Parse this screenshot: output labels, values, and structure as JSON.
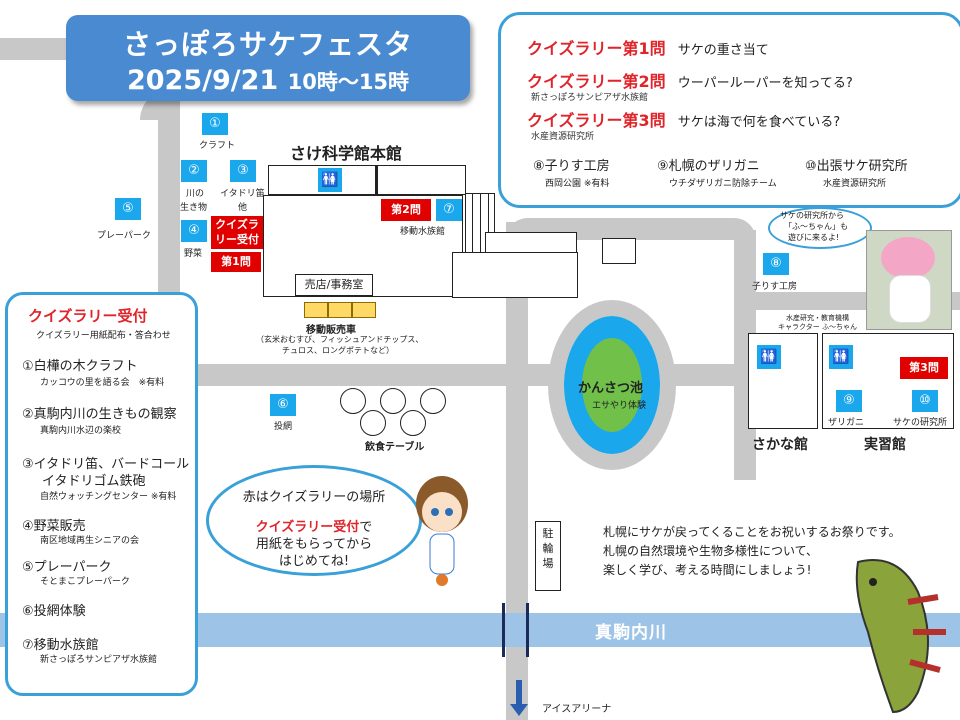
{
  "title": {
    "line1": "さっぽろサケフェスタ",
    "date": "2025/9/21",
    "time": "10時～15時"
  },
  "quiz": {
    "q1_label": "クイズラリー第1問",
    "q1_text": "サケの重さ当て",
    "q2_label": "クイズラリー第2問",
    "q2_text": "ウーパールーパーを知ってる?",
    "q2_sub": "新さっぽろサンピアザ水族館",
    "q3_label": "クイズラリー第3問",
    "q3_text": "サケは海で何を食べている?",
    "q3_sub": "水産資源研究所",
    "item8": "⑧子りす工房",
    "item8_sub": "西岡公園 ※有料",
    "item9": "⑨札幌のザリガニ",
    "item9_sub": "ウチダザリガニ防除チーム",
    "item10": "⑩出張サケ研究所",
    "item10_sub": "水産資源研究所"
  },
  "left_panel": {
    "heading": "クイズラリー受付",
    "sub": "クイズラリー用紙配布・答合わせ",
    "items": [
      {
        "name": "①白樺の木クラフト",
        "org": "カッコウの里を語る会　※有料"
      },
      {
        "name": "②真駒内川の生きもの観察",
        "org": "真駒内川水辺の楽校"
      },
      {
        "name": "③イタドリ笛、バードコール",
        "name2": "イタドリゴム鉄砲",
        "org": "自然ウォッチングセンター ※有料"
      },
      {
        "name": "④野菜販売",
        "org": "南区地域再生シニアの会"
      },
      {
        "name": "⑤プレーパーク",
        "org": "そとまこプレーパーク"
      },
      {
        "name": "⑥投網体験",
        "org": ""
      },
      {
        "name": "⑦移動水族館",
        "org": "新さっぽろサンピアザ水族館"
      }
    ]
  },
  "map": {
    "b1": "①",
    "b1_label": "クラフト",
    "b2": "②",
    "b2_label1": "川の",
    "b2_label2": "生き物",
    "b3": "③",
    "b3_label1": "イタドリ笛",
    "b3_label2": "他",
    "b4": "④",
    "b4_label": "野菜",
    "b5": "⑤",
    "b5_label": "プレーパーク",
    "b6": "⑥",
    "b6_label": "投網",
    "b7": "⑦",
    "b7_label": "移動水族館",
    "b8": "⑧",
    "b8_label": "子りす工房",
    "b9": "⑨",
    "b9_label": "ザリガニ",
    "b10": "⑩",
    "b10_label": "サケの研究所",
    "reception1": "クイズラ",
    "reception2": "リー受付",
    "q1": "第1問",
    "q2": "第2問",
    "q3": "第3問",
    "science_hall": "さけ科学館本館",
    "shop": "売店/事務室",
    "food_truck": "移動販売車",
    "food_truck_sub1": "（玄米おむすび、フィッシュアンドチップス、",
    "food_truck_sub2": "チュロス、ロングポテトなど）",
    "dining": "飲食テーブル",
    "pond": "かんさつ池",
    "pond_sub": "エサやり体験",
    "fish_hall": "さかな館",
    "training_hall": "実習館",
    "mascot_org1": "水産研究・教育機構",
    "mascot_org2": "キャラクター ふ～ちゃん",
    "mascot_say1": "サケの研究所から",
    "mascot_say2": "「ふ～ちゃん」も",
    "mascot_say3": "遊びに来るよ!",
    "parking": [
      "駐",
      "輪",
      "場"
    ],
    "river": "真駒内川",
    "arena": "アイスアリーナ",
    "restroom": "🚻"
  },
  "bubble": {
    "line1": "赤はクイズラリーの場所",
    "line2_red": "クイズラリー受付",
    "line2_rest": "で",
    "line3": "用紙をもらってから",
    "line4": "はじめてね!"
  },
  "message": {
    "line1": "札幌にサケが戻ってくることをお祝いするお祭りです。",
    "line2": "札幌の自然環境や生物多様性について、",
    "line3": "楽しく学び、考える時間にしましょう!"
  }
}
